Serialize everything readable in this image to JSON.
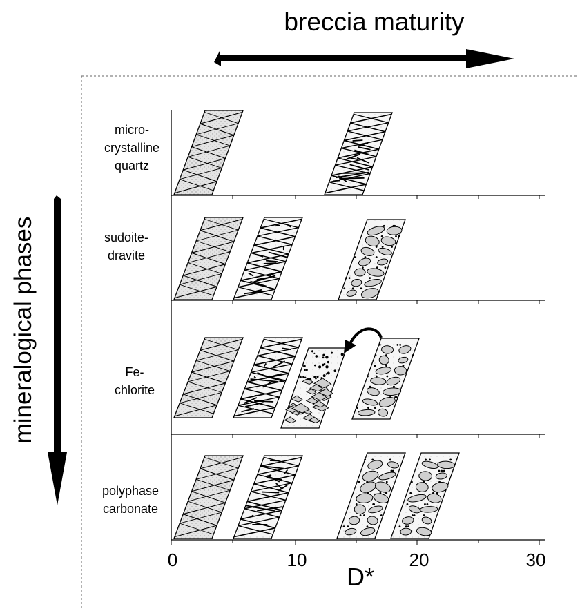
{
  "top_arrow_label": "breccia maturity",
  "left_arrow_label": "mineralogical phases",
  "x_axis": {
    "label": "D*",
    "ticks": [
      "0",
      "10",
      "20",
      "30"
    ]
  },
  "rows": [
    {
      "label_lines": [
        "micro-",
        "crystalline",
        "quartz"
      ]
    },
    {
      "label_lines": [
        "sudoite-",
        "dravite"
      ]
    },
    {
      "label_lines": [
        "Fe-",
        "chlorite"
      ]
    },
    {
      "label_lines": [
        "polyphase",
        "carbonate"
      ]
    }
  ],
  "colors": {
    "ink": "#000000",
    "fill": "#d9d9d9",
    "background": "#ffffff"
  }
}
